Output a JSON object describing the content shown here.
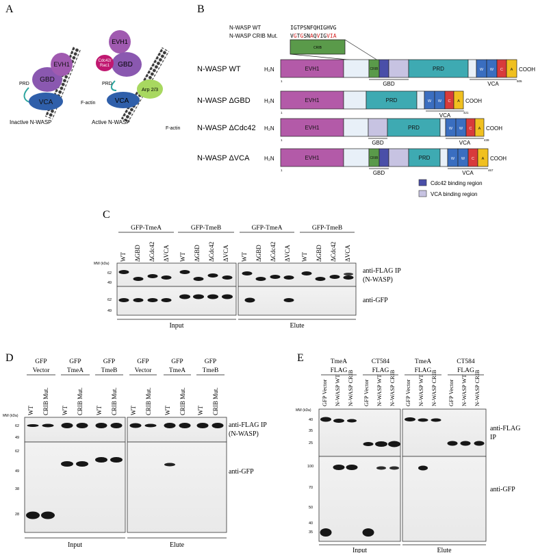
{
  "panels": {
    "A": {
      "letter": "A",
      "inactive_caption": "Inactive N-WASP",
      "active_caption": "Active N-WASP",
      "domains": {
        "evh1": "EVH1",
        "gbd": "GBD",
        "vca": "VCA",
        "prd": "PRD",
        "arp": "Arp 2/3",
        "cdc42a": "Cdc42/",
        "cdc42b": "Rac1",
        "factin": "F-actin"
      }
    },
    "B": {
      "letter": "B",
      "seq_wt_label": "N-WASP WT",
      "seq_mut_label": "N-WASP CRIB Mut.",
      "seq_wt": "IGTPSNFQHIGHVG",
      "seq_mut_black1": "V",
      "seq_mut_red1": "G",
      "seq_mut_black2": "T",
      "seq_mut_red2": "G",
      "seq_mut_black3": "SN",
      "seq_mut_red3": "A",
      "seq_mut_black4": "Q",
      "seq_mut_red4": "V",
      "seq_mut_black5": "IG",
      "seq_mut_red5": "VIA",
      "crib_zoom": "CRIB",
      "constructs": [
        {
          "name": "N-WASP WT",
          "end": "505"
        },
        {
          "name": "N-WASP ΔGBD",
          "end": "421"
        },
        {
          "name": "N-WASP ΔCdc42",
          "end": "439"
        },
        {
          "name": "N-WASP ΔVCA",
          "end": "467"
        }
      ],
      "h2n": "H₂N",
      "cooh": "COOH",
      "start": "1",
      "labels": {
        "evh1": "EVH1",
        "crib": "CRIB",
        "prd": "PRD",
        "w": "W",
        "c": "C",
        "a": "A",
        "gbd": "GBD",
        "vca": "VCA"
      },
      "legend": [
        {
          "label": "Cdc42 binding region",
          "color": "#4a4fa8"
        },
        {
          "label": "VCA binding region",
          "color": "#c7c3e2"
        }
      ],
      "colors": {
        "evh1": "#b35aa8",
        "gap": "#e8f0f8",
        "crib": "#5a9a4a",
        "prd": "#3eaab2",
        "w": "#3a6ec0",
        "c": "#d83b3b",
        "a": "#f0c020"
      }
    },
    "C": {
      "letter": "C",
      "groups": [
        "GFP-TmeA",
        "GFP-TmeB",
        "GFP-TmeA",
        "GFP-TmeB"
      ],
      "lanes": [
        "WT",
        "ΔGBD",
        "ΔCdc42",
        "ΔVCA"
      ],
      "mw_header": "MW (kDa)",
      "mw_top": [
        "62",
        "49"
      ],
      "mw_bottom": [
        "62",
        "49"
      ],
      "right_labels": [
        "anti-FLAG IP",
        "(N-WASP)",
        "anti-GFP"
      ],
      "bottom_labels": [
        "Input",
        "Elute"
      ]
    },
    "D": {
      "letter": "D",
      "groups": [
        [
          "GFP",
          "Vector"
        ],
        [
          "GFP",
          "TmeA"
        ],
        [
          "GFP",
          "TmeB"
        ],
        [
          "GFP",
          "Vector"
        ],
        [
          "GFP",
          "TmeA"
        ],
        [
          "GFP",
          "TmeB"
        ]
      ],
      "lanes": [
        "WT",
        "CRIB Mut."
      ],
      "mw_header": "MW (kDa)",
      "mw_top": [
        "62",
        "49"
      ],
      "mw_bottom": [
        "62",
        "49",
        "38",
        "28"
      ],
      "right_labels": [
        "anti-FLAG IP",
        "(N-WASP)",
        "anti-GFP"
      ],
      "bottom_labels": [
        "Input",
        "Elute"
      ]
    },
    "E": {
      "letter": "E",
      "groups": [
        [
          "TmeA",
          "FLAG"
        ],
        [
          "CT584",
          "FLAG"
        ],
        [
          "TmeA",
          "FLAG"
        ],
        [
          "CT584",
          "FLAG"
        ]
      ],
      "lanes": [
        "GFP Vector",
        "N-WASP WT",
        "N-WASP CRIB"
      ],
      "mw_header": "MW (kDa)",
      "mw_top": [
        "40",
        "35",
        "25"
      ],
      "mw_bottom": [
        "100",
        "70",
        "50",
        "40",
        "35"
      ],
      "right_labels": [
        "anti-FLAG",
        "IP",
        "anti-GFP"
      ],
      "bottom_labels": [
        "Input",
        "Elute"
      ]
    }
  }
}
